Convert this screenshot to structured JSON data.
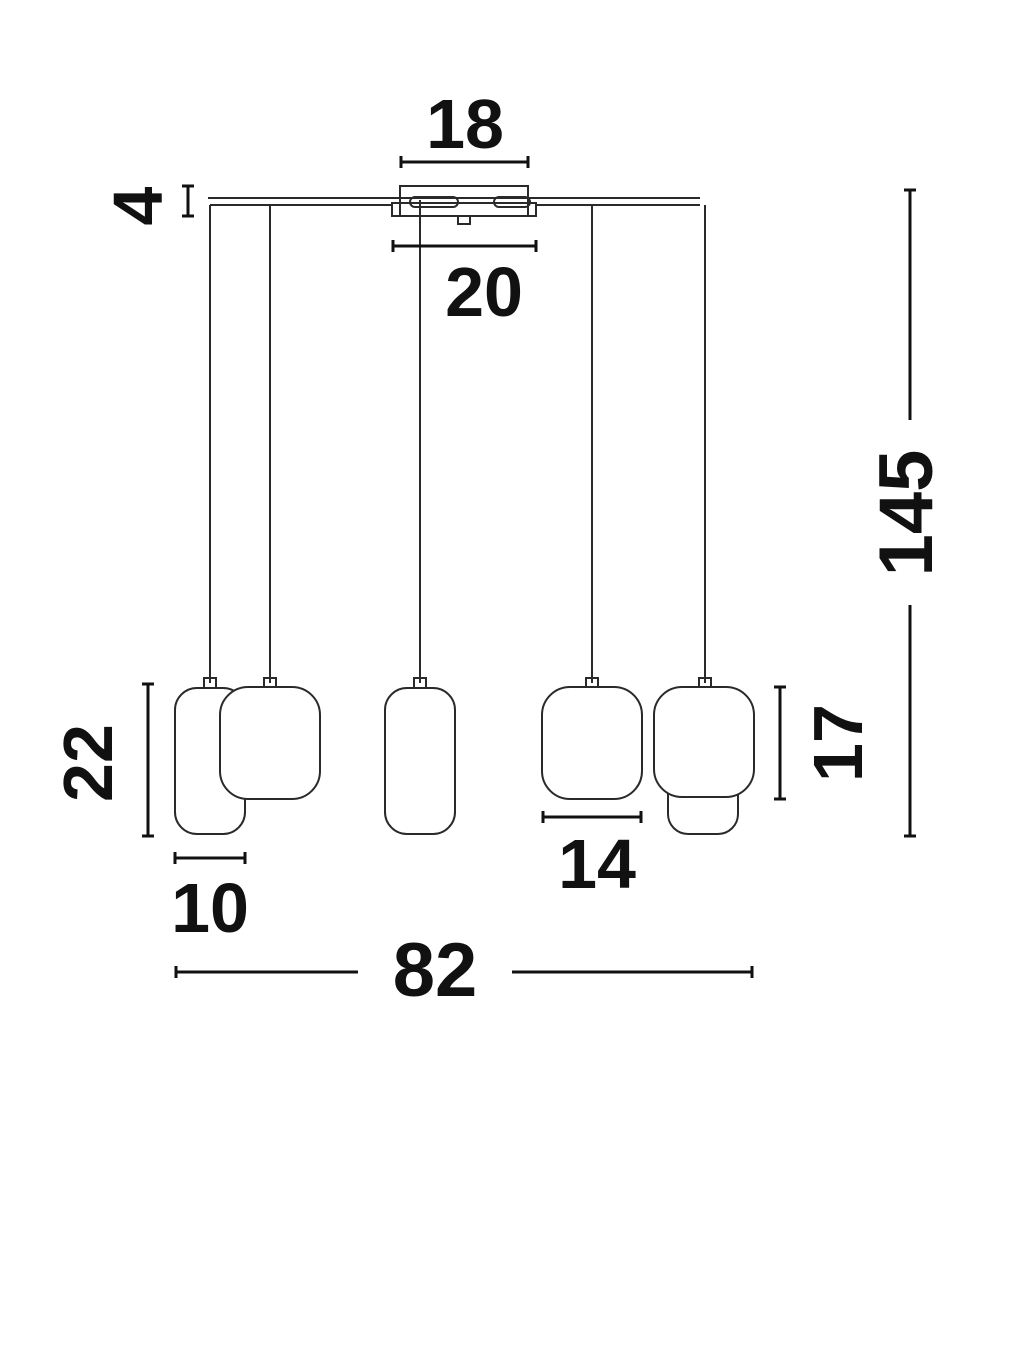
{
  "dimensions": {
    "canopy_width": "18",
    "canopy_height": "4",
    "canopy_depth": "20",
    "total_height": "145",
    "tall_shade_height": "22",
    "tall_shade_width": "10",
    "round_shade_height": "17",
    "round_shade_width": "14",
    "total_width": "82"
  }
}
